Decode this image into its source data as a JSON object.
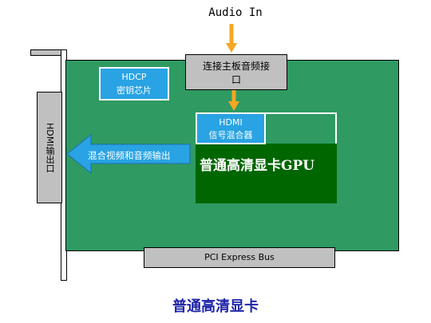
{
  "audio_in_label": "Audio In",
  "audio_connector": {
    "line1": "连接主板音频接",
    "line2": "口"
  },
  "hdcp_chip": {
    "line1": "HDCP",
    "line2": "密钥芯片"
  },
  "hdmi_mixer": {
    "line1": "HDMI",
    "line2": "信号混合器"
  },
  "gpu_label": "普通高清显卡GPU",
  "hdmi_output_label": "HDMI输出口",
  "mixed_output_label": "混合视频和音频输出",
  "pci_bus_label": "PCI Express Bus",
  "caption": "普通高清显卡",
  "colors": {
    "pcb": "#2f9a62",
    "gpu": "#006600",
    "chip": "#29a3e3",
    "arrow_orange": "#f5a623",
    "arrow_blue": "#29a3e3",
    "caption": "#1f24a8"
  }
}
